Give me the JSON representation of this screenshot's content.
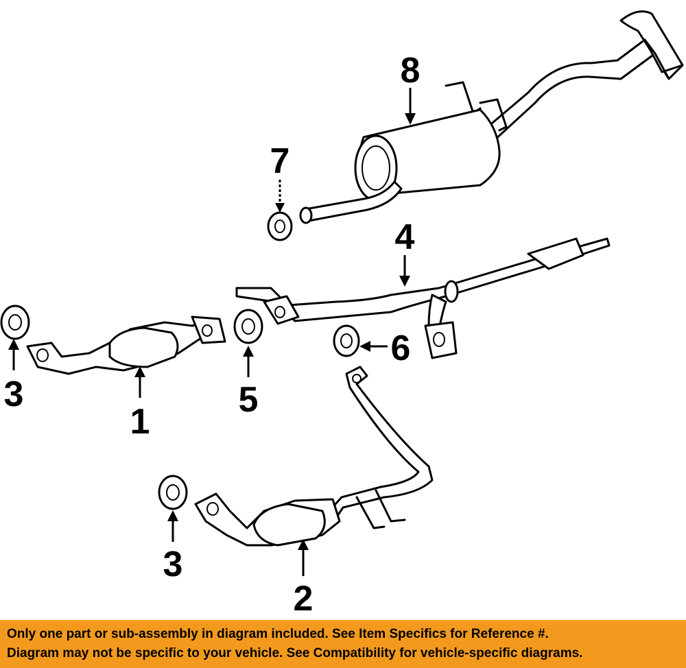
{
  "callouts": {
    "part_1": "1",
    "part_2": "2",
    "part_3_left": "3",
    "part_3_bottom": "3",
    "part_4": "4",
    "part_5": "5",
    "part_6": "6",
    "part_7": "7",
    "part_8": "8"
  },
  "footer": {
    "line1": "Only one part or sub-assembly in diagram included. See Item Specifics for Reference #.",
    "line2": "Diagram may not be specific to your vehicle. See Compatibility for vehicle-specific diagrams.",
    "background_color": "#f39a1e"
  }
}
